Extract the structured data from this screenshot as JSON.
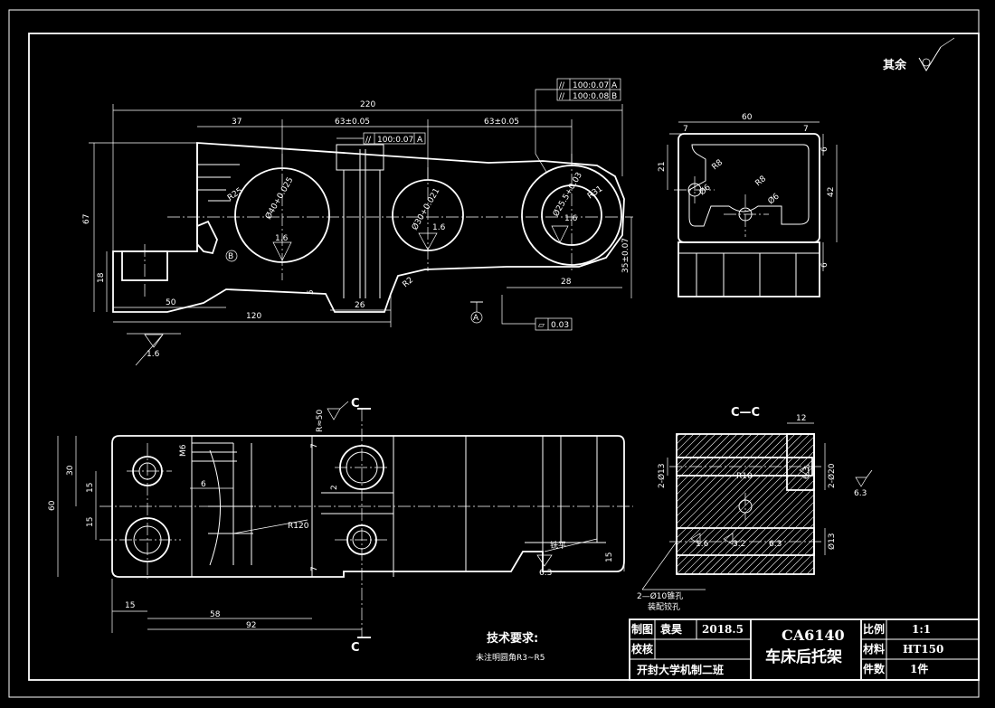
{
  "roughness": {
    "label": "其余"
  },
  "front_view": {
    "dims": {
      "overall": "220",
      "d37": "37",
      "d63a": "63±0.05",
      "d63b": "63±0.05",
      "height67": "67",
      "h18": "18",
      "d50": "50",
      "d120": "120",
      "d26": "26",
      "d5": "5",
      "d28": "28",
      "h35": "35±0.07",
      "r2": "R2",
      "hole1": "Ø40+0.025",
      "hole2": "Ø30+0.021",
      "hole3": "Ø25.5+0.03",
      "r25": "R25",
      "r31": "R31",
      "r15": "1.6",
      "r16b": "1.6",
      "r16c": "1.6"
    },
    "tolerance_box1": {
      "sym": "//",
      "val": "100:0.07",
      "ref": "A"
    },
    "tolerance_box2a": {
      "sym": "//",
      "val": "100:0.07",
      "ref": "A"
    },
    "tolerance_box2b": {
      "sym": "//",
      "val": "100:0.08",
      "ref": "B"
    },
    "flatness": {
      "sym": "▱",
      "val": "0.03"
    },
    "datum_a": "A",
    "datum_b": "B",
    "rough_bottom": "1.6"
  },
  "side_view": {
    "dims": {
      "w60": "60",
      "w7a": "7",
      "w7b": "7",
      "h21": "21",
      "h42": "42",
      "h6a": "6",
      "h6b": "6",
      "r8a": "R8",
      "r8b": "R8",
      "d6a": "Ø6",
      "d6b": "Ø6"
    }
  },
  "top_view": {
    "section_c_top": "C",
    "section_c_bottom": "C",
    "dims": {
      "h60": "60",
      "h30": "30",
      "h15a": "15",
      "h15b": "15",
      "m6": "M6",
      "d6": "6",
      "r120": "R120",
      "d7a": "7",
      "d7b": "7",
      "d2": "2",
      "d15b": "15",
      "d58": "58",
      "d92": "92",
      "d15r": "15",
      "h15r": "15"
    },
    "rough_top": "R≈50",
    "rough_flat": "6.3",
    "note_flat": "铣平"
  },
  "section_view": {
    "title": "C—C",
    "dims": {
      "w12": "12",
      "d13a": "2-Ø13",
      "d20": "2-Ø20",
      "d63": "6.3",
      "r10": "R10",
      "d13b": "Ø13",
      "r16": "1.6",
      "r32": "3.2",
      "r63": "6.3",
      "r63b": "6.3"
    },
    "callout1": "2—Ø10锥孔",
    "callout2": "装配铰孔"
  },
  "notes": {
    "title": "技术要求:",
    "line1": "未注明圆角R3~R5"
  },
  "title_block": {
    "drawn_label": "制图",
    "drawn_name": "袁昊",
    "date": "2018.5",
    "check_label": "校核",
    "school": "开封大学机制二班",
    "model": "CA6140",
    "part_name": "车床后托架",
    "scale_label": "比例",
    "scale_val": "1:1",
    "material_label": "材料",
    "material_val": "HT150",
    "qty_label": "件数",
    "qty_val": "1件"
  }
}
